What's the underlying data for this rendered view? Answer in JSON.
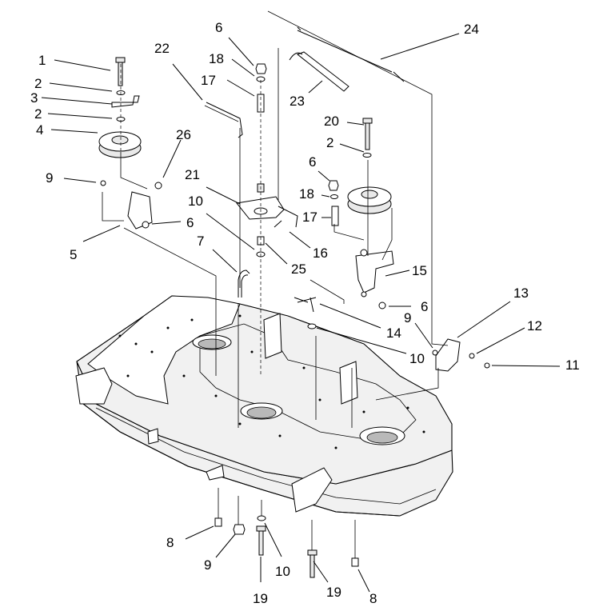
{
  "callouts": [
    {
      "id": "c1",
      "text": "1"
    },
    {
      "id": "c2a",
      "text": "2"
    },
    {
      "id": "c3",
      "text": "3"
    },
    {
      "id": "c2b",
      "text": "2"
    },
    {
      "id": "c4",
      "text": "4"
    },
    {
      "id": "c9a",
      "text": "9"
    },
    {
      "id": "c26",
      "text": "26"
    },
    {
      "id": "c6a",
      "text": "6"
    },
    {
      "id": "c5",
      "text": "5"
    },
    {
      "id": "c22",
      "text": "22"
    },
    {
      "id": "c6b",
      "text": "6"
    },
    {
      "id": "c18a",
      "text": "18"
    },
    {
      "id": "c17a",
      "text": "17"
    },
    {
      "id": "c21",
      "text": "21"
    },
    {
      "id": "c10a",
      "text": "10"
    },
    {
      "id": "c7",
      "text": "7"
    },
    {
      "id": "c24",
      "text": "24"
    },
    {
      "id": "c23",
      "text": "23"
    },
    {
      "id": "c20",
      "text": "20"
    },
    {
      "id": "c2c",
      "text": "2"
    },
    {
      "id": "c6c",
      "text": "6"
    },
    {
      "id": "c18b",
      "text": "18"
    },
    {
      "id": "c17b",
      "text": "17"
    },
    {
      "id": "c16",
      "text": "16"
    },
    {
      "id": "c25",
      "text": "25"
    },
    {
      "id": "c15",
      "text": "15"
    },
    {
      "id": "c6d",
      "text": "6"
    },
    {
      "id": "c14",
      "text": "14"
    },
    {
      "id": "c9b",
      "text": "9"
    },
    {
      "id": "c13",
      "text": "13"
    },
    {
      "id": "c12",
      "text": "12"
    },
    {
      "id": "c10b",
      "text": "10"
    },
    {
      "id": "c11",
      "text": "11"
    },
    {
      "id": "c8a",
      "text": "8"
    },
    {
      "id": "c9c",
      "text": "9"
    },
    {
      "id": "c10c",
      "text": "10"
    },
    {
      "id": "c19a",
      "text": "19"
    },
    {
      "id": "c19b",
      "text": "19"
    },
    {
      "id": "c8b",
      "text": "8"
    }
  ]
}
